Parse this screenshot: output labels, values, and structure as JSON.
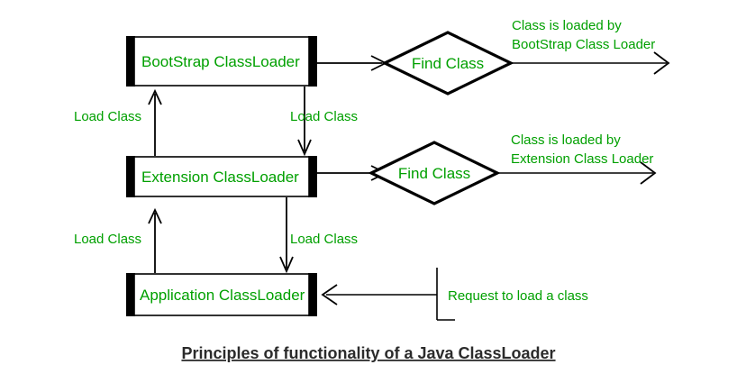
{
  "diagram": {
    "type": "flow-diagram",
    "caption": "Principles of functionality of a Java ClassLoader",
    "colors": {
      "text_green": "#00a000",
      "stroke_black": "#000000",
      "caption_gray": "#2b2b2b",
      "background": "#ffffff"
    },
    "nodes": [
      {
        "id": "bootstrap",
        "label": "BootStrap ClassLoader",
        "shape": "box-with-side-bars"
      },
      {
        "id": "extension",
        "label": "Extension ClassLoader",
        "shape": "box-with-side-bars"
      },
      {
        "id": "application",
        "label": "Application ClassLoader",
        "shape": "box-with-side-bars"
      }
    ],
    "decisions": [
      {
        "id": "find-class-bootstrap",
        "label": "Find Class",
        "shape": "diamond"
      },
      {
        "id": "find-class-extension",
        "label": "Find Class",
        "shape": "diamond"
      }
    ],
    "edge_labels": [
      {
        "id": "load-class-up-top",
        "text": "Load Class"
      },
      {
        "id": "load-class-down-top",
        "text": "Load Class"
      },
      {
        "id": "load-class-up-bottom",
        "text": "Load Class"
      },
      {
        "id": "load-class-down-bottom",
        "text": "Load Class"
      }
    ],
    "annotations": [
      {
        "id": "bootstrap-result",
        "line1": "Class is loaded by",
        "line2": "BootStrap Class Loader"
      },
      {
        "id": "extension-result",
        "line1": "Class is loaded by",
        "line2": "Extension Class Loader"
      },
      {
        "id": "request",
        "text": "Request to load a class"
      }
    ]
  }
}
